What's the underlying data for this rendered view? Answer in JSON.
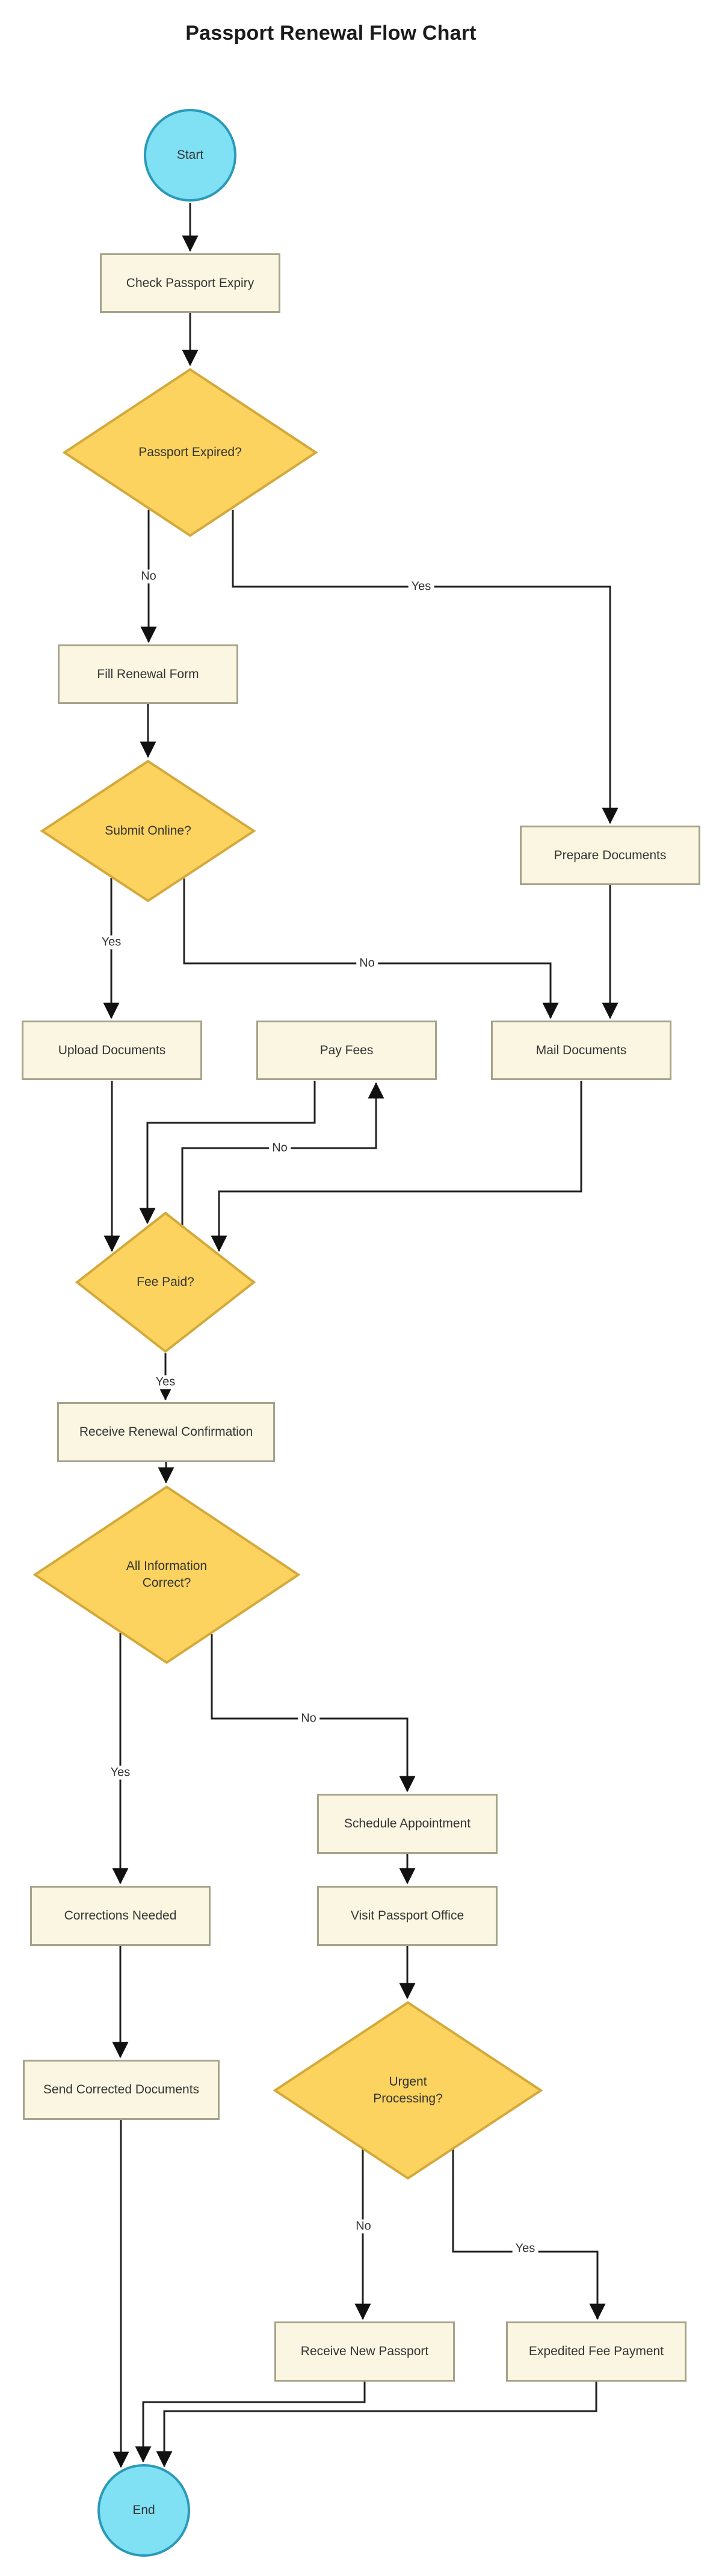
{
  "title": "Passport Renewal Flow Chart",
  "colors": {
    "process_fill": "#FAF6E1",
    "process_border": "#A6A38B",
    "decision_fill": "#FBD35E",
    "decision_border": "#D4A93C",
    "terminator_fill": "#80E1F4",
    "terminator_border": "#2A9AB8",
    "edge_line": "#202020",
    "text": "#333333"
  },
  "nodes": {
    "start": {
      "label": "Start",
      "type": "terminator"
    },
    "check_expiry": {
      "label": "Check Passport Expiry",
      "type": "process"
    },
    "passport_expired": {
      "label": "Passport Expired?",
      "type": "decision"
    },
    "fill_form": {
      "label": "Fill Renewal Form",
      "type": "process"
    },
    "prepare_docs": {
      "label": "Prepare Documents",
      "type": "process"
    },
    "submit_online": {
      "label": "Submit Online?",
      "type": "decision"
    },
    "upload_docs": {
      "label": "Upload Documents",
      "type": "process"
    },
    "pay_fees": {
      "label": "Pay Fees",
      "type": "process"
    },
    "mail_docs": {
      "label": "Mail Documents",
      "type": "process"
    },
    "fee_paid": {
      "label": "Fee Paid?",
      "type": "decision"
    },
    "receive_confirmation": {
      "label": "Receive Renewal Confirmation",
      "type": "process"
    },
    "all_info_correct": {
      "label": "All Information Correct?",
      "type": "decision"
    },
    "schedule_appointment": {
      "label": "Schedule Appointment",
      "type": "process"
    },
    "corrections_needed": {
      "label": "Corrections Needed",
      "type": "process"
    },
    "visit_office": {
      "label": "Visit Passport Office",
      "type": "process"
    },
    "send_corrected": {
      "label": "Send Corrected Documents",
      "type": "process"
    },
    "urgent_processing": {
      "label": "Urgent Processing?",
      "type": "decision"
    },
    "receive_new_passport": {
      "label": "Receive New Passport",
      "type": "process"
    },
    "expedited_fee": {
      "label": "Expedited Fee Payment",
      "type": "process"
    },
    "end": {
      "label": "End",
      "type": "terminator"
    }
  },
  "edges": [
    {
      "from": "start",
      "to": "check_expiry",
      "label": ""
    },
    {
      "from": "check_expiry",
      "to": "passport_expired",
      "label": ""
    },
    {
      "from": "passport_expired",
      "to": "fill_form",
      "label": "No"
    },
    {
      "from": "passport_expired",
      "to": "prepare_docs",
      "label": "Yes"
    },
    {
      "from": "fill_form",
      "to": "submit_online",
      "label": ""
    },
    {
      "from": "submit_online",
      "to": "upload_docs",
      "label": "Yes"
    },
    {
      "from": "submit_online",
      "to": "mail_docs",
      "label": "No"
    },
    {
      "from": "prepare_docs",
      "to": "mail_docs",
      "label": ""
    },
    {
      "from": "upload_docs",
      "to": "fee_paid",
      "label": ""
    },
    {
      "from": "pay_fees",
      "to": "fee_paid",
      "label": ""
    },
    {
      "from": "fee_paid",
      "to": "pay_fees",
      "label": "No"
    },
    {
      "from": "mail_docs",
      "to": "fee_paid",
      "label": ""
    },
    {
      "from": "fee_paid",
      "to": "receive_confirmation",
      "label": "Yes"
    },
    {
      "from": "receive_confirmation",
      "to": "all_info_correct",
      "label": ""
    },
    {
      "from": "all_info_correct",
      "to": "corrections_needed",
      "label": "Yes"
    },
    {
      "from": "all_info_correct",
      "to": "schedule_appointment",
      "label": "No"
    },
    {
      "from": "schedule_appointment",
      "to": "visit_office",
      "label": ""
    },
    {
      "from": "visit_office",
      "to": "urgent_processing",
      "label": ""
    },
    {
      "from": "corrections_needed",
      "to": "send_corrected",
      "label": ""
    },
    {
      "from": "urgent_processing",
      "to": "receive_new_passport",
      "label": "No"
    },
    {
      "from": "urgent_processing",
      "to": "expedited_fee",
      "label": "Yes"
    },
    {
      "from": "send_corrected",
      "to": "end",
      "label": ""
    },
    {
      "from": "receive_new_passport",
      "to": "end",
      "label": ""
    },
    {
      "from": "expedited_fee",
      "to": "end",
      "label": ""
    }
  ]
}
